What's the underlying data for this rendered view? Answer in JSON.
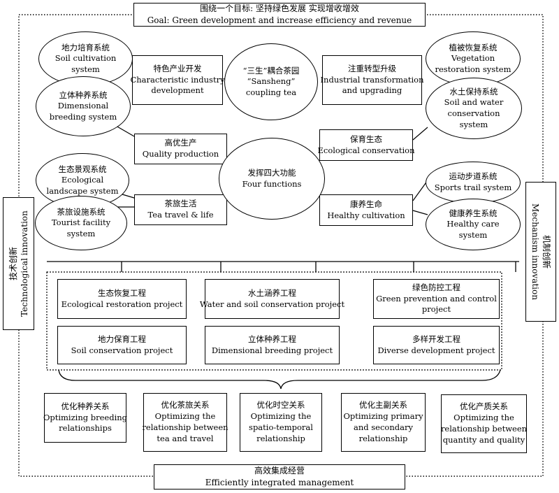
{
  "goal": {
    "zh": "围绕一个目标: 坚持绿色发展 实现增收增效",
    "en": "Goal: Green development and increase efficiency and revenue"
  },
  "management": {
    "zh": "高效集成经营",
    "en": "Efficiently integrated management"
  },
  "technological_innovation": {
    "zh": "技术创新",
    "en": "Technological innovation"
  },
  "mechanism_innovation": {
    "zh": "机制创新",
    "en": "Mechanism innovation"
  },
  "left_systems": [
    {
      "zh": "地力培育系统",
      "en": [
        "Soil cultivation",
        "system"
      ]
    },
    {
      "zh": "立体种养系统",
      "en": [
        "Dimensional",
        "breeding system"
      ]
    },
    {
      "zh": "生态景观系统",
      "en": [
        "Ecological",
        "landscape system"
      ]
    },
    {
      "zh": "茶旅设施系统",
      "en": [
        "Tourist facility",
        "system"
      ]
    }
  ],
  "right_systems": [
    {
      "zh": "植被恢复系统",
      "en": [
        "Vegetation",
        "restoration system"
      ]
    },
    {
      "zh": "水土保持系统",
      "en": [
        "Soil and water",
        "conservation",
        "system"
      ]
    },
    {
      "zh": "运动步道系统",
      "en": [
        "Sports trail system"
      ]
    },
    {
      "zh": "健康养生系统",
      "en": [
        "Healthy care",
        "system"
      ]
    }
  ],
  "top_boxes": {
    "characteristic": {
      "zh": "特色产业开发",
      "en": [
        "Characteristic industry",
        "development"
      ]
    },
    "industrial": {
      "zh": "注重转型升级",
      "en": [
        "Industrial transformation",
        "and upgrading"
      ]
    }
  },
  "coupling": {
    "zh": "“三生”耦合茶园",
    "en": [
      "“Sansheng”",
      "coupling tea"
    ]
  },
  "center": {
    "zh": "发挥四大功能",
    "en": "Four functions"
  },
  "functions": {
    "quality": {
      "zh": "高优生产",
      "en": "Quality production"
    },
    "ecological": {
      "zh": "保育生态",
      "en": "Ecological conservation"
    },
    "tea_travel": {
      "zh": "茶旅生活",
      "en": "Tea travel & life"
    },
    "healthy": {
      "zh": "康养生命",
      "en": "Healthy cultivation"
    }
  },
  "projects": [
    {
      "zh": "生态恢复工程",
      "en": [
        "Ecological restoration project"
      ]
    },
    {
      "zh": "水土涵养工程",
      "en": [
        "Water and soil conservation project"
      ]
    },
    {
      "zh": "绿色防控工程",
      "en": [
        "Green prevention and control",
        "project"
      ]
    },
    {
      "zh": "地力保育工程",
      "en": [
        "Soil conservation project"
      ]
    },
    {
      "zh": "立体种养工程",
      "en": [
        "Dimensional breeding project"
      ]
    },
    {
      "zh": "多样开发工程",
      "en": [
        "Diverse development project"
      ]
    }
  ],
  "optimizations": [
    {
      "zh": "优化种养关系",
      "en": [
        "Optimizing breeding",
        "relationships"
      ]
    },
    {
      "zh": "优化茶旅关系",
      "en": [
        "Optimizing the",
        "relationship between",
        "tea and travel"
      ]
    },
    {
      "zh": "优化时空关系",
      "en": [
        "Optimizing the",
        "spatio-temporal",
        "relationship"
      ]
    },
    {
      "zh": "优化主副关系",
      "en": [
        "Optimizing primary",
        "and secondary",
        "relationship"
      ]
    },
    {
      "zh": "优化产质关系",
      "en": [
        "Optimizing the",
        "relationship between",
        "quantity and quality"
      ]
    }
  ]
}
